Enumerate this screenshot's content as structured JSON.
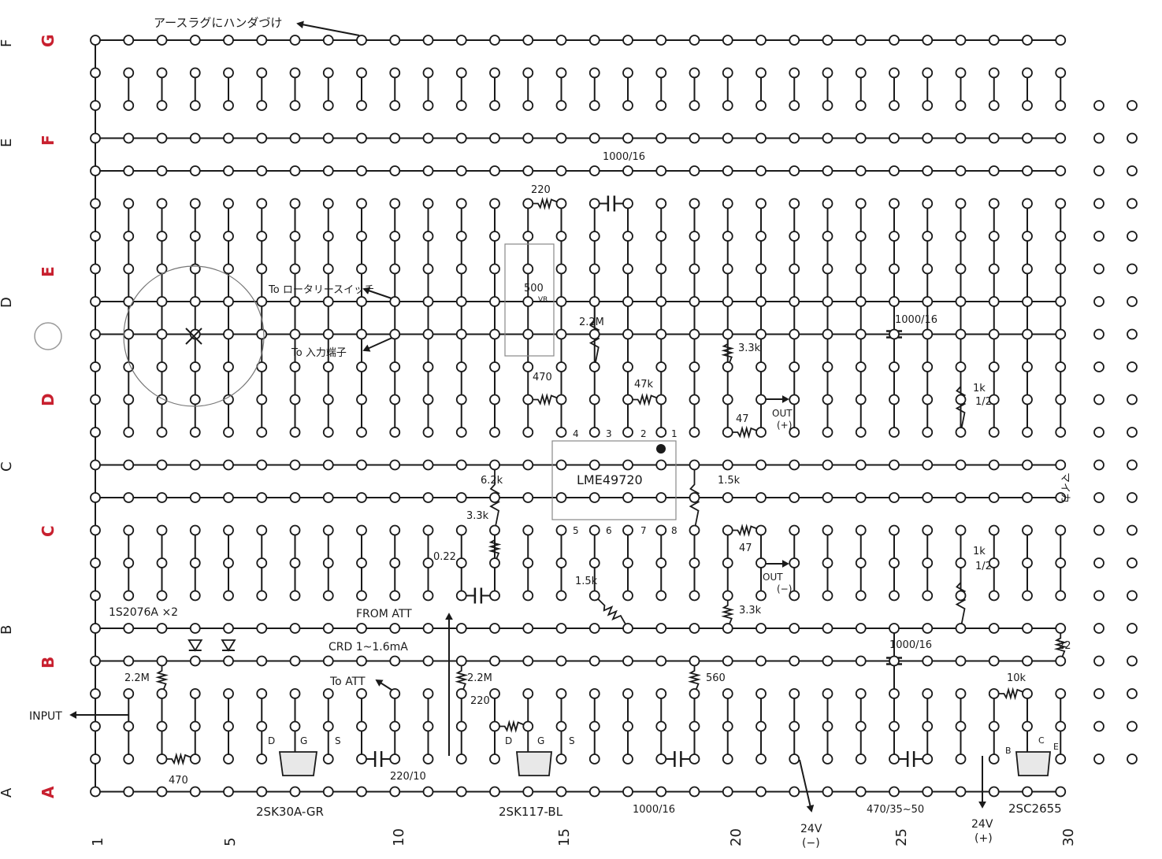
{
  "board": {
    "columns": 30,
    "rows_left_black": [
      "F",
      "E",
      "D",
      "C",
      "B",
      "A"
    ],
    "rows_left_red": [
      "G",
      "F",
      "E",
      "D",
      "C",
      "B",
      "A"
    ],
    "column_numbers": [
      "1",
      "5",
      "10",
      "15",
      "20",
      "25",
      "30"
    ]
  },
  "labels": {
    "earth_lug": "アースラグにハンダづけ",
    "to_rotary": "To ロータリースイッチ",
    "to_input_terminal": "To 入力端子",
    "input": "INPUT",
    "from_att": "FROM ATT",
    "to_att": "To ATT",
    "diodes": "1S2076A ×2",
    "crd": "CRD 1~1.6mA",
    "ic": "LME49720",
    "out_plus": "OUT",
    "out_plus_sign": "(+)",
    "out_minus": "OUT",
    "out_minus_sign": "(−)",
    "v24_minus": "24V",
    "v24_minus_sign": "(−)",
    "v24_plus": "24V",
    "v24_plus_sign": "(+)",
    "fet1": "2SK30A-GR",
    "fet2": "2SK117-BL",
    "tr": "2SC2655",
    "mica": "マイカ"
  },
  "components": {
    "r_220_top": "220",
    "vr_500": "500",
    "vr_tag": "VR",
    "r_2_2M_top": "2.2M",
    "c_1000_16_top": "1000/16",
    "c_1000_16_mid": "1000/16",
    "c_1000_16_low": "1000/16",
    "c_1000_16_bottom": "1000/16",
    "r_470_mid": "470",
    "r_47k": "47k",
    "r_3_3k_top": "3.3k",
    "r_47_top": "47",
    "r_1k_top": "1k",
    "r_1_2_top": "1/2",
    "r_6_2k": "6.2k",
    "r_1_5k_right": "1.5k",
    "r_3_3k_mid": "3.3k",
    "c_0_22": "0.22",
    "r_1_5k_low": "1.5k",
    "r_47_low": "47",
    "r_3_3k_low": "3.3k",
    "r_1k_low": "1k",
    "r_1_2_low": "1/2",
    "r_2_2M_left": "2.2M",
    "r_2_2M_mid": "2.2M",
    "r_220_low": "220",
    "r_560": "560",
    "r_10k": "10k",
    "r_22": "22",
    "r_470_bottom": "470",
    "c_220_10": "220/10",
    "c_470_35": "470/35~50",
    "pin_d1": "D",
    "pin_g1": "G",
    "pin_s1": "S",
    "pin_d2": "D",
    "pin_g2": "G",
    "pin_s2": "S",
    "pin_b": "B",
    "pin_c": "C",
    "pin_e": "E"
  },
  "ic_pins": [
    "4",
    "3",
    "2",
    "1",
    "5",
    "6",
    "7",
    "8"
  ],
  "colors": {
    "ink": "#1a1a1a",
    "accent": "#c8202f",
    "outline": "#777777"
  }
}
